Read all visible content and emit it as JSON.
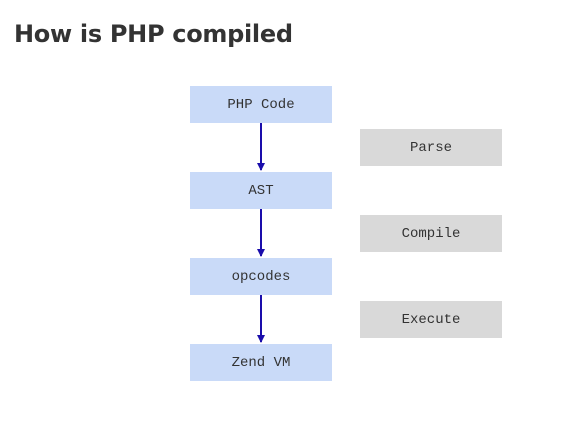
{
  "title": "How is PHP compiled",
  "nodes": [
    {
      "label": "PHP Code"
    },
    {
      "label": "AST"
    },
    {
      "label": "opcodes"
    },
    {
      "label": "Zend VM"
    }
  ],
  "steps": [
    {
      "label": "Parse"
    },
    {
      "label": "Compile"
    },
    {
      "label": "Execute"
    }
  ],
  "colors": {
    "node_fill": "#c9daf8",
    "step_fill": "#d9d9d9",
    "arrow": "#1a0dab",
    "text": "#333333"
  }
}
